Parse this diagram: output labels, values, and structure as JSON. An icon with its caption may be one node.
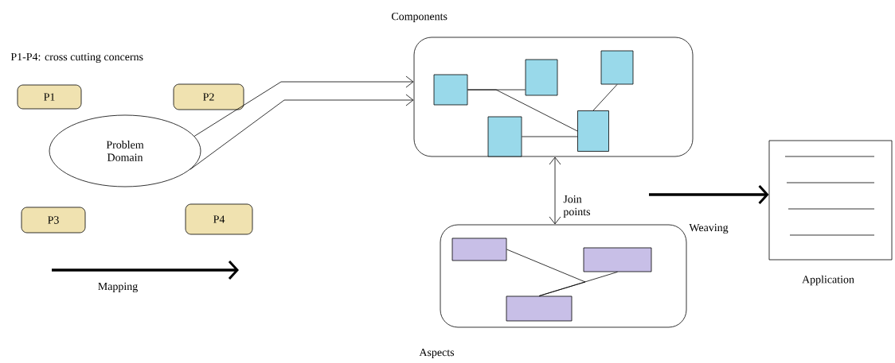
{
  "diagram": {
    "nodes": [
      {
        "text": [
          "P1"
        ]
      },
      {
        "text": [
          "P2"
        ]
      },
      {
        "text": [
          "Problem Domain"
        ]
      },
      {
        "text": [
          "P3"
        ]
      },
      {
        "text": [
          "P4"
        ]
      },
      {
        "text": [
          "Components"
        ]
      },
      {
        "text": [],
        "shape": "box",
        "in": 5
      },
      {
        "text": [],
        "shape": "box",
        "in": 5
      },
      {
        "text": [],
        "shape": "box",
        "in": 5
      },
      {
        "text": [],
        "shape": "box",
        "in": 5
      },
      {
        "text": [],
        "shape": "box",
        "in": 5
      },
      {
        "text": [
          "Aspects"
        ]
      },
      {
        "text": [],
        "shape": "box",
        "in": 11
      },
      {
        "text": [],
        "shape": "box",
        "in": 11
      },
      {
        "text": [],
        "shape": "box",
        "in": 11
      },
      {
        "text": [
          "Application"
        ]
      }
    ],
    "edges": [
      {
        "from": 2,
        "to": 5,
        "arrow": "to"
      },
      {
        "from": 2,
        "to": 5,
        "arrow": "to"
      },
      {
        "from": 5,
        "to": 11,
        "arrow": "both",
        "label": "Join points"
      },
      {
        "from": null,
        "to": 15,
        "arrow": "to",
        "style": "thick",
        "label": "Weaving"
      },
      {
        "from": 6,
        "to": 8,
        "arrow": "none"
      },
      {
        "from": 6,
        "to": 9,
        "arrow": "none"
      },
      {
        "from": 7,
        "to": 9,
        "arrow": "none"
      },
      {
        "from": 9,
        "to": 10,
        "arrow": "none"
      },
      {
        "from": 12,
        "to": 13,
        "arrow": "none"
      },
      {
        "from": 14,
        "to": 13,
        "arrow": "none"
      }
    ],
    "labels": [
      "P1-P4: cross cutting concerns",
      "Mapping"
    ]
  }
}
